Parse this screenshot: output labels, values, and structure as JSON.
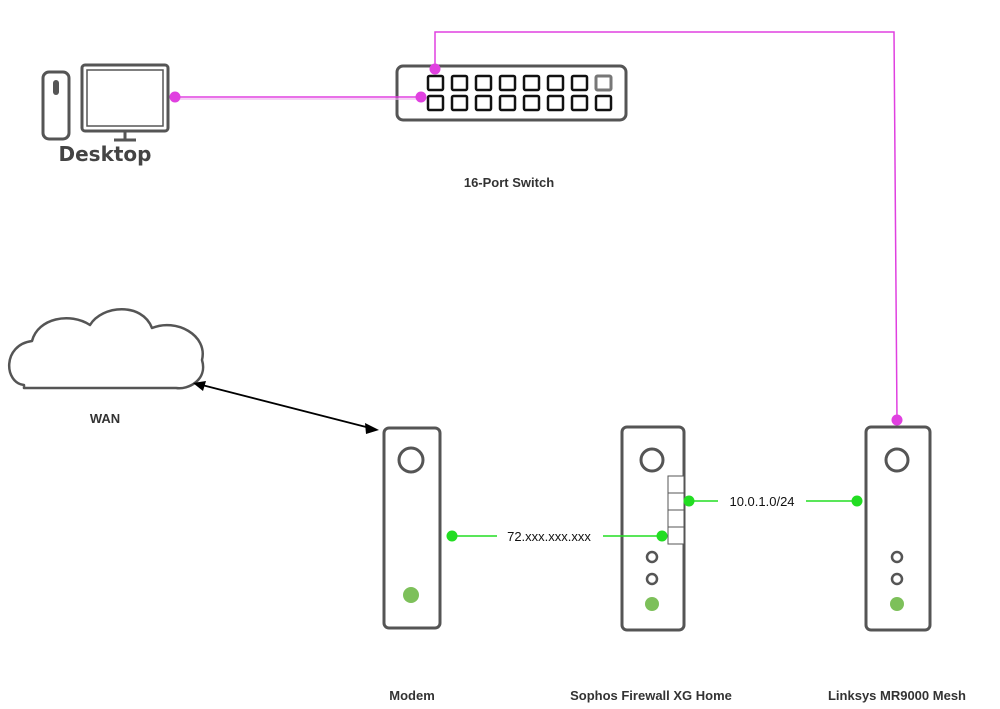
{
  "labels": {
    "desktop": "Desktop",
    "switch": "16-Port Switch",
    "wan": "WAN",
    "modem": "Modem",
    "firewall": "Sophos Firewall XG Home",
    "mesh": "Linksys MR9000 Mesh"
  },
  "links": {
    "wan_ip": "72.xxx.xxx.xxx",
    "lan_subnet": "10.0.1.0/24"
  },
  "colors": {
    "device_stroke": "#555555",
    "lan_link": "#e040e0",
    "wan_link": "#22dd22",
    "led_green": "#7dc05a",
    "wan_arrow": "#000000"
  }
}
